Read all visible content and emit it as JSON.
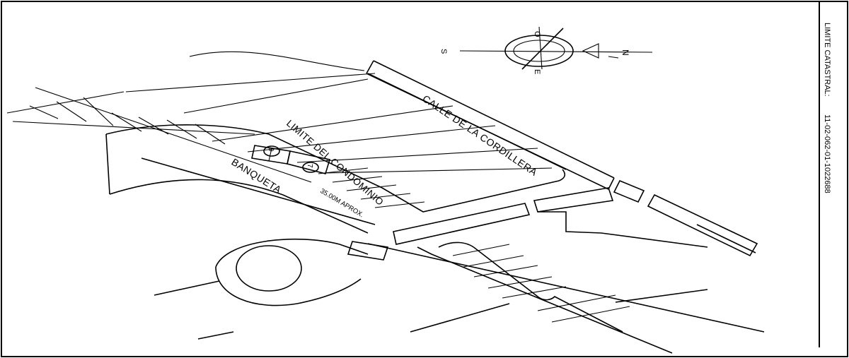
{
  "labels": {
    "street": "CALLE DE LA CORDILLERA",
    "condo_limit": "LIMITE DEL CONDOMINIO",
    "sidewalk": "BANQUETA",
    "distance": "35.00M APROX."
  },
  "lots": {
    "lot_a": "9",
    "lot_b": "7"
  },
  "compass": {
    "north": "N",
    "south": "S",
    "east": "E",
    "west": "O"
  },
  "cadastral": {
    "label": "LIMITE CATASTRAL:",
    "code": "11-02-062-01-1022688"
  },
  "colors": {
    "ink": "#000000",
    "paper": "#ffffff"
  }
}
